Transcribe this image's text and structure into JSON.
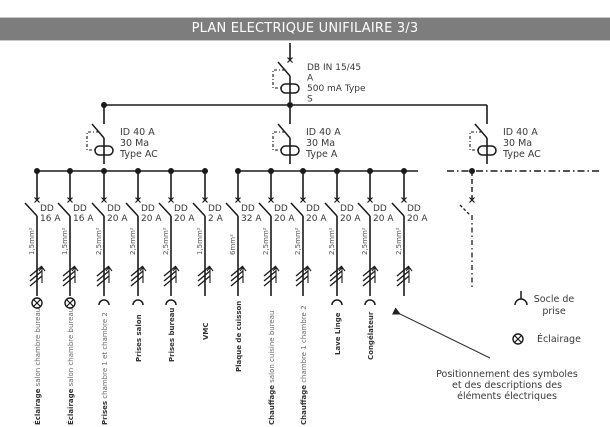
{
  "title": "PLAN ELECTRIQUE UNIFILAIRE 3/3",
  "main_breaker": {
    "lines": [
      "DB IN 15/45",
      "A",
      "500 mA Type",
      "S"
    ]
  },
  "rcds": [
    {
      "lines": [
        "ID 40 A",
        "30 Ma",
        "Type AC"
      ]
    },
    {
      "lines": [
        "ID 40 A",
        "30 Ma",
        "Type A"
      ]
    },
    {
      "lines": [
        "ID 40 A",
        "30 Ma",
        "Type AC"
      ],
      "future": true
    }
  ],
  "circuits": [
    {
      "breaker": [
        "DD",
        "16 A"
      ],
      "cable": "1,5mm²",
      "symbol": "lamp",
      "label_bold": "Éclairage",
      "label": "salon chambre bureau"
    },
    {
      "breaker": [
        "DD",
        "16 A"
      ],
      "cable": "1,5mm²",
      "symbol": "lamp",
      "label_bold": "Éclairage",
      "label": "salon chambre bureau"
    },
    {
      "breaker": [
        "DD",
        "20 A"
      ],
      "cable": "2,5mm²",
      "symbol": "socket",
      "label_bold": "Prises",
      "label": "chambre 1 et chambre 2"
    },
    {
      "breaker": [
        "DD",
        "20 A"
      ],
      "cable": "2,5mm²",
      "symbol": "socket",
      "label_bold": "Prises salon",
      "label": ""
    },
    {
      "breaker": [
        "DD",
        "20 A"
      ],
      "cable": "2,5mm²",
      "symbol": "socket",
      "label_bold": "Prises bureau",
      "label": ""
    },
    {
      "breaker": [
        "DD",
        "2 A"
      ],
      "cable": "1,5mm²",
      "symbol": "none",
      "label_bold": "VMC",
      "label": ""
    },
    {
      "breaker": [
        "DD",
        "32 A"
      ],
      "cable": "6mm²",
      "symbol": "none",
      "label_bold": "Plaque de cuisson",
      "label": ""
    },
    {
      "breaker": [
        "DD",
        "20 A"
      ],
      "cable": "2,5mm²",
      "symbol": "none",
      "label_bold": "Chauffage",
      "label": "salon cuisine bureau"
    },
    {
      "breaker": [
        "DD",
        "20 A"
      ],
      "cable": "2,5mm²",
      "symbol": "none",
      "label_bold": "Chauffage",
      "label": "chambre 1 chambre 2"
    },
    {
      "breaker": [
        "DD",
        "20 A"
      ],
      "cable": "2,5mm²",
      "symbol": "socket",
      "label_bold": "Lave Linge",
      "label": ""
    },
    {
      "breaker": [
        "DD",
        "20 A"
      ],
      "cable": "2,5mm²",
      "symbol": "socket",
      "label_bold": "Congélateur",
      "label": ""
    },
    {
      "breaker": [
        "DD",
        "20 A"
      ],
      "cable": "2,5mm²",
      "symbol": "none",
      "label_bold": "",
      "label": ""
    }
  ],
  "legend": {
    "socket": {
      "icon": "socket-outlet-icon",
      "lines": [
        "Socle de",
        "prise"
      ]
    },
    "lamp": {
      "icon": "lamp-icon",
      "lines": [
        "Éclairage"
      ]
    }
  },
  "annotation": {
    "lines": [
      "Positionnement des symboles",
      "et des descriptions des",
      "éléments électriques"
    ]
  }
}
